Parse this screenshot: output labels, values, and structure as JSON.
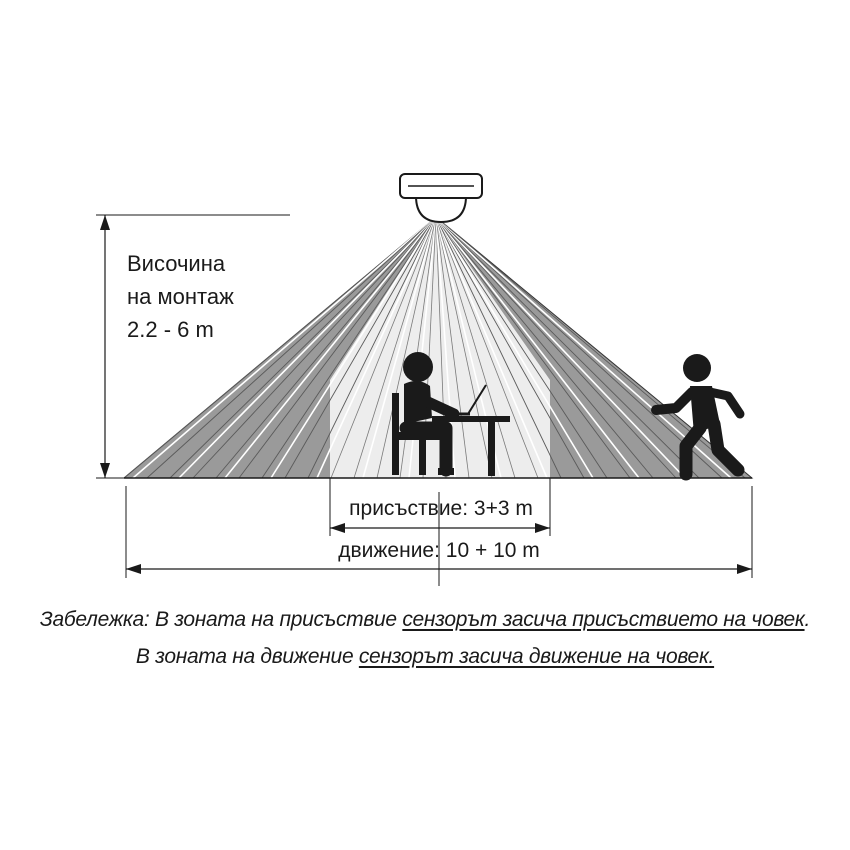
{
  "height_label": {
    "line1": "Височина",
    "line2": "на монтаж",
    "line3": "2.2 - 6 m"
  },
  "presence_label": "присъствие: 3+3 m",
  "motion_label": "движение: 10 + 10 m",
  "note": {
    "line1_a": "Забележка: В зоната на присъствие ",
    "line1_b": "сензорът засича присъствието на човек",
    "line1_c": ".",
    "line2_a": "В зоната на движение ",
    "line2_b": "сензорът засича движение на човек."
  },
  "colors": {
    "zone_fill": "#9a9a9a",
    "line": "#1a1a1a",
    "beam_light": "#ffffff"
  }
}
